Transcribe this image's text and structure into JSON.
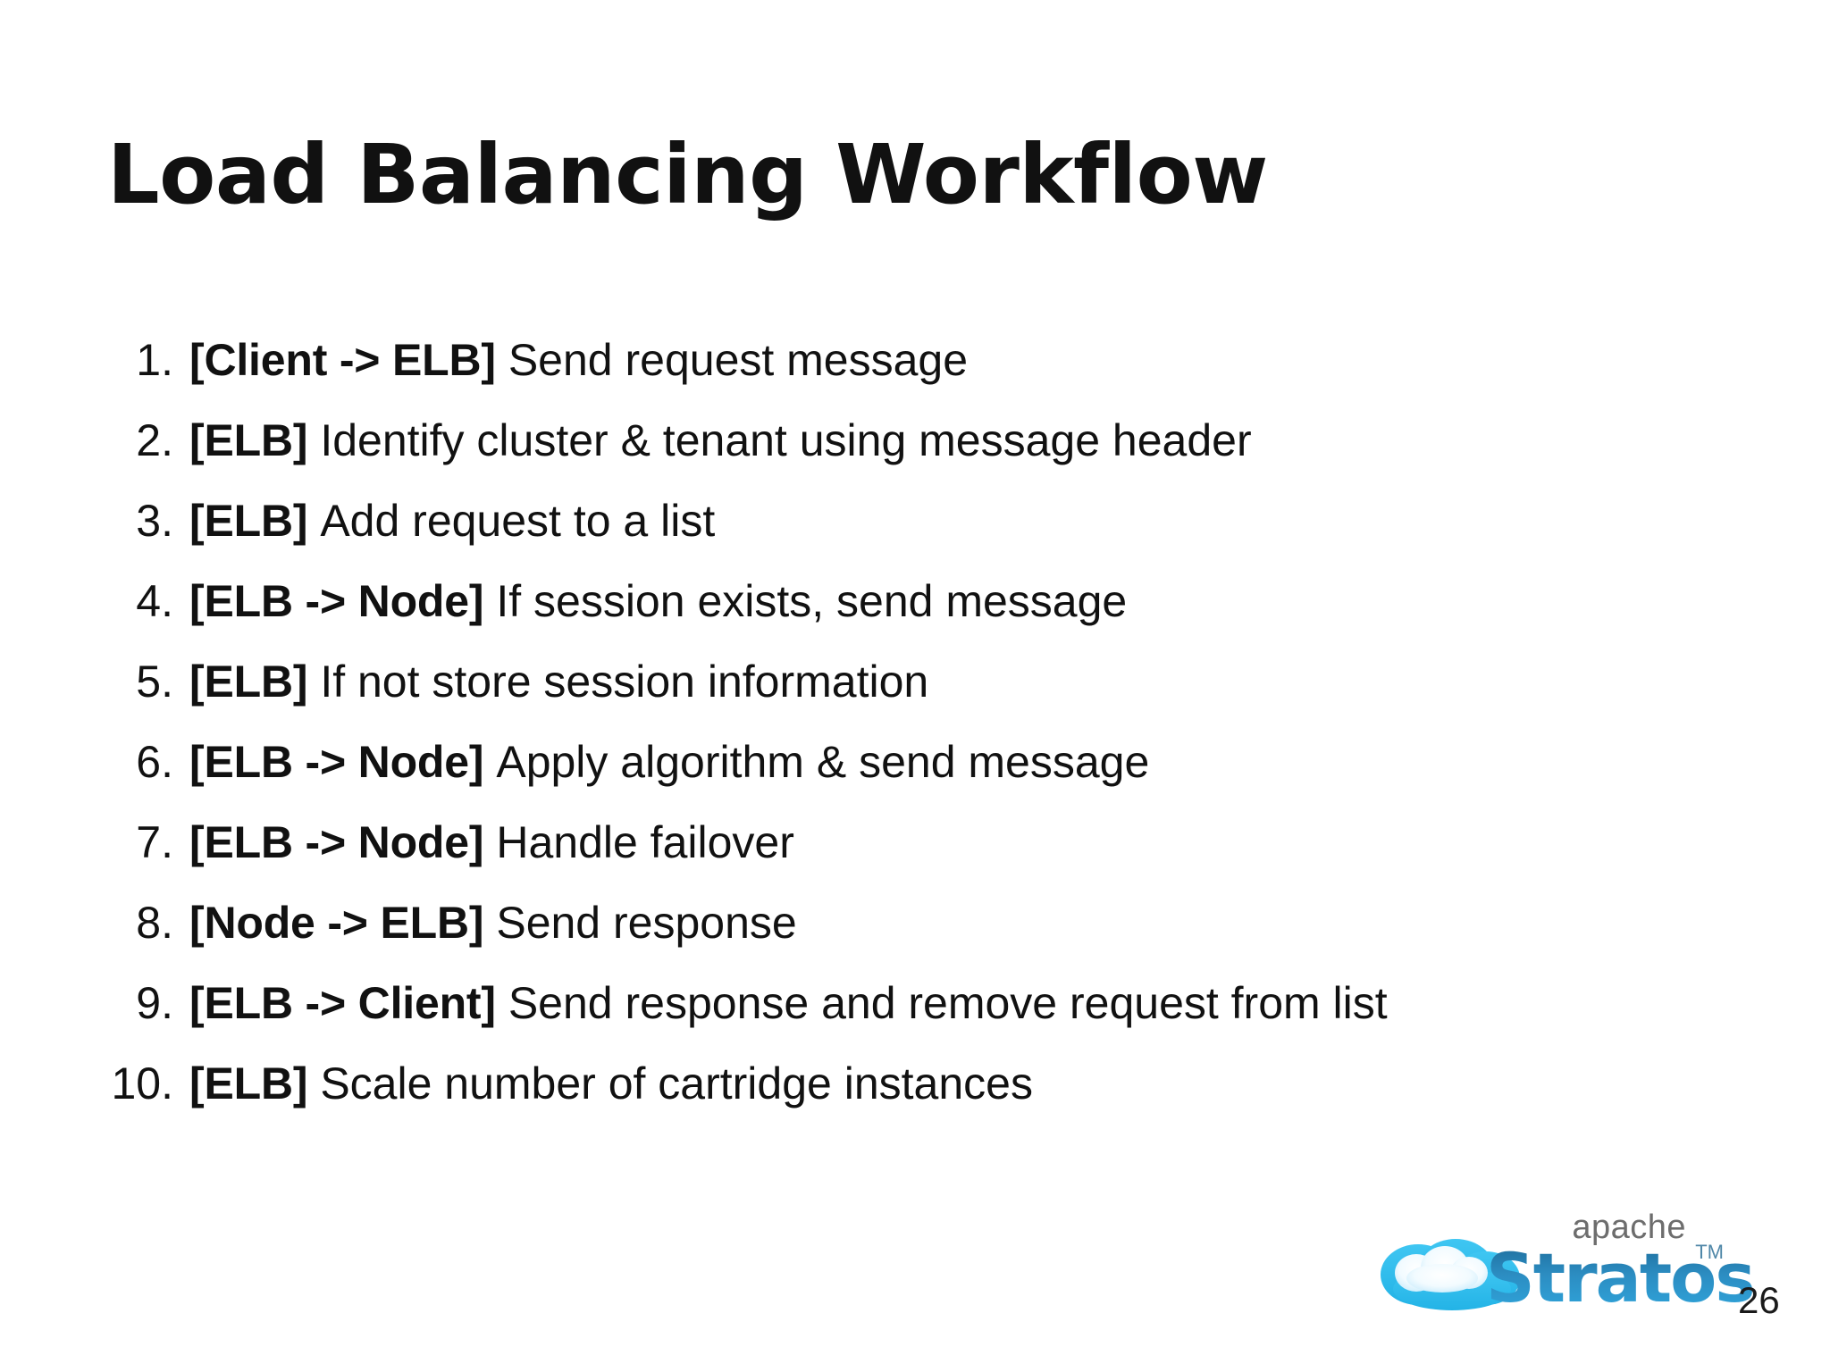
{
  "slide": {
    "title": "Load Balancing Workflow",
    "page_number": "26",
    "background_color": "#ffffff",
    "text_color": "#111111"
  },
  "workflow": {
    "items": [
      {
        "number": "1.",
        "tag": "[Client -> ELB]",
        "text": "Send request message"
      },
      {
        "number": "2.",
        "tag": "[ELB]",
        "text": "Identify cluster & tenant using message header"
      },
      {
        "number": "3.",
        "tag": "[ELB]",
        "text": "Add request to a list"
      },
      {
        "number": "4.",
        "tag": "[ELB -> Node]",
        "text": "If session exists, send message"
      },
      {
        "number": "5.",
        "tag": "[ELB]",
        "text": "If not store session information"
      },
      {
        "number": "6.",
        "tag": "[ELB -> Node]",
        "text": "Apply algorithm & send message"
      },
      {
        "number": "7.",
        "tag": "[ELB -> Node]",
        "text": "Handle failover"
      },
      {
        "number": "8.",
        "tag": "[Node -> ELB]",
        "text": "Send response"
      },
      {
        "number": "9.",
        "tag": "[ELB -> Client]",
        "text": "Send response and remove request from list"
      },
      {
        "number": "10.",
        "tag": "[ELB]",
        "text": "Scale number of cartridge instances"
      }
    ]
  },
  "logo": {
    "apache_label": "apache",
    "product_label": "Stratos",
    "trademark": "TM",
    "cloud_color": "#33bfef",
    "wordmark_color": "#2880ae",
    "apache_color": "#6d6d6d"
  }
}
